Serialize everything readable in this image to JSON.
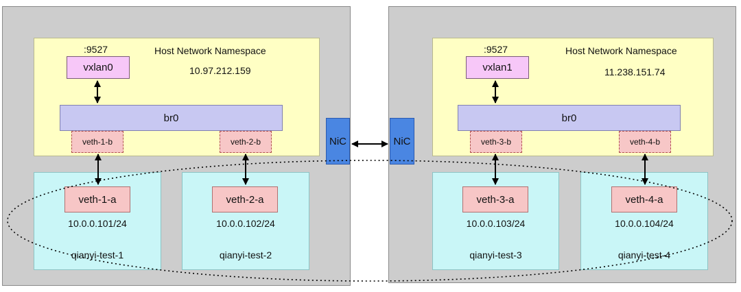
{
  "hosts": [
    {
      "namespace_title": "Host Network Namespace",
      "ip": "10.97.212.159",
      "port": ":9527",
      "vxlan": "vxlan0",
      "bridge": "br0",
      "nic": "NiC",
      "pods": [
        {
          "veth_b": "veth-1-b",
          "veth_a": "veth-1-a",
          "ip": "10.0.0.101/24",
          "name": "qianyi-test-1"
        },
        {
          "veth_b": "veth-2-b",
          "veth_a": "veth-2-a",
          "ip": "10.0.0.102/24",
          "name": "qianyi-test-2"
        }
      ]
    },
    {
      "namespace_title": "Host Network Namespace",
      "ip": "11.238.151.74",
      "port": ":9527",
      "vxlan": "vxlan1",
      "bridge": "br0",
      "nic": "NiC",
      "pods": [
        {
          "veth_b": "veth-3-b",
          "veth_a": "veth-3-a",
          "ip": "10.0.0.103/24",
          "name": "qianyi-test-3"
        },
        {
          "veth_b": "veth-4-b",
          "veth_a": "veth-4-a",
          "ip": "10.0.0.104/24",
          "name": "qianyi-test-4"
        }
      ]
    }
  ]
}
